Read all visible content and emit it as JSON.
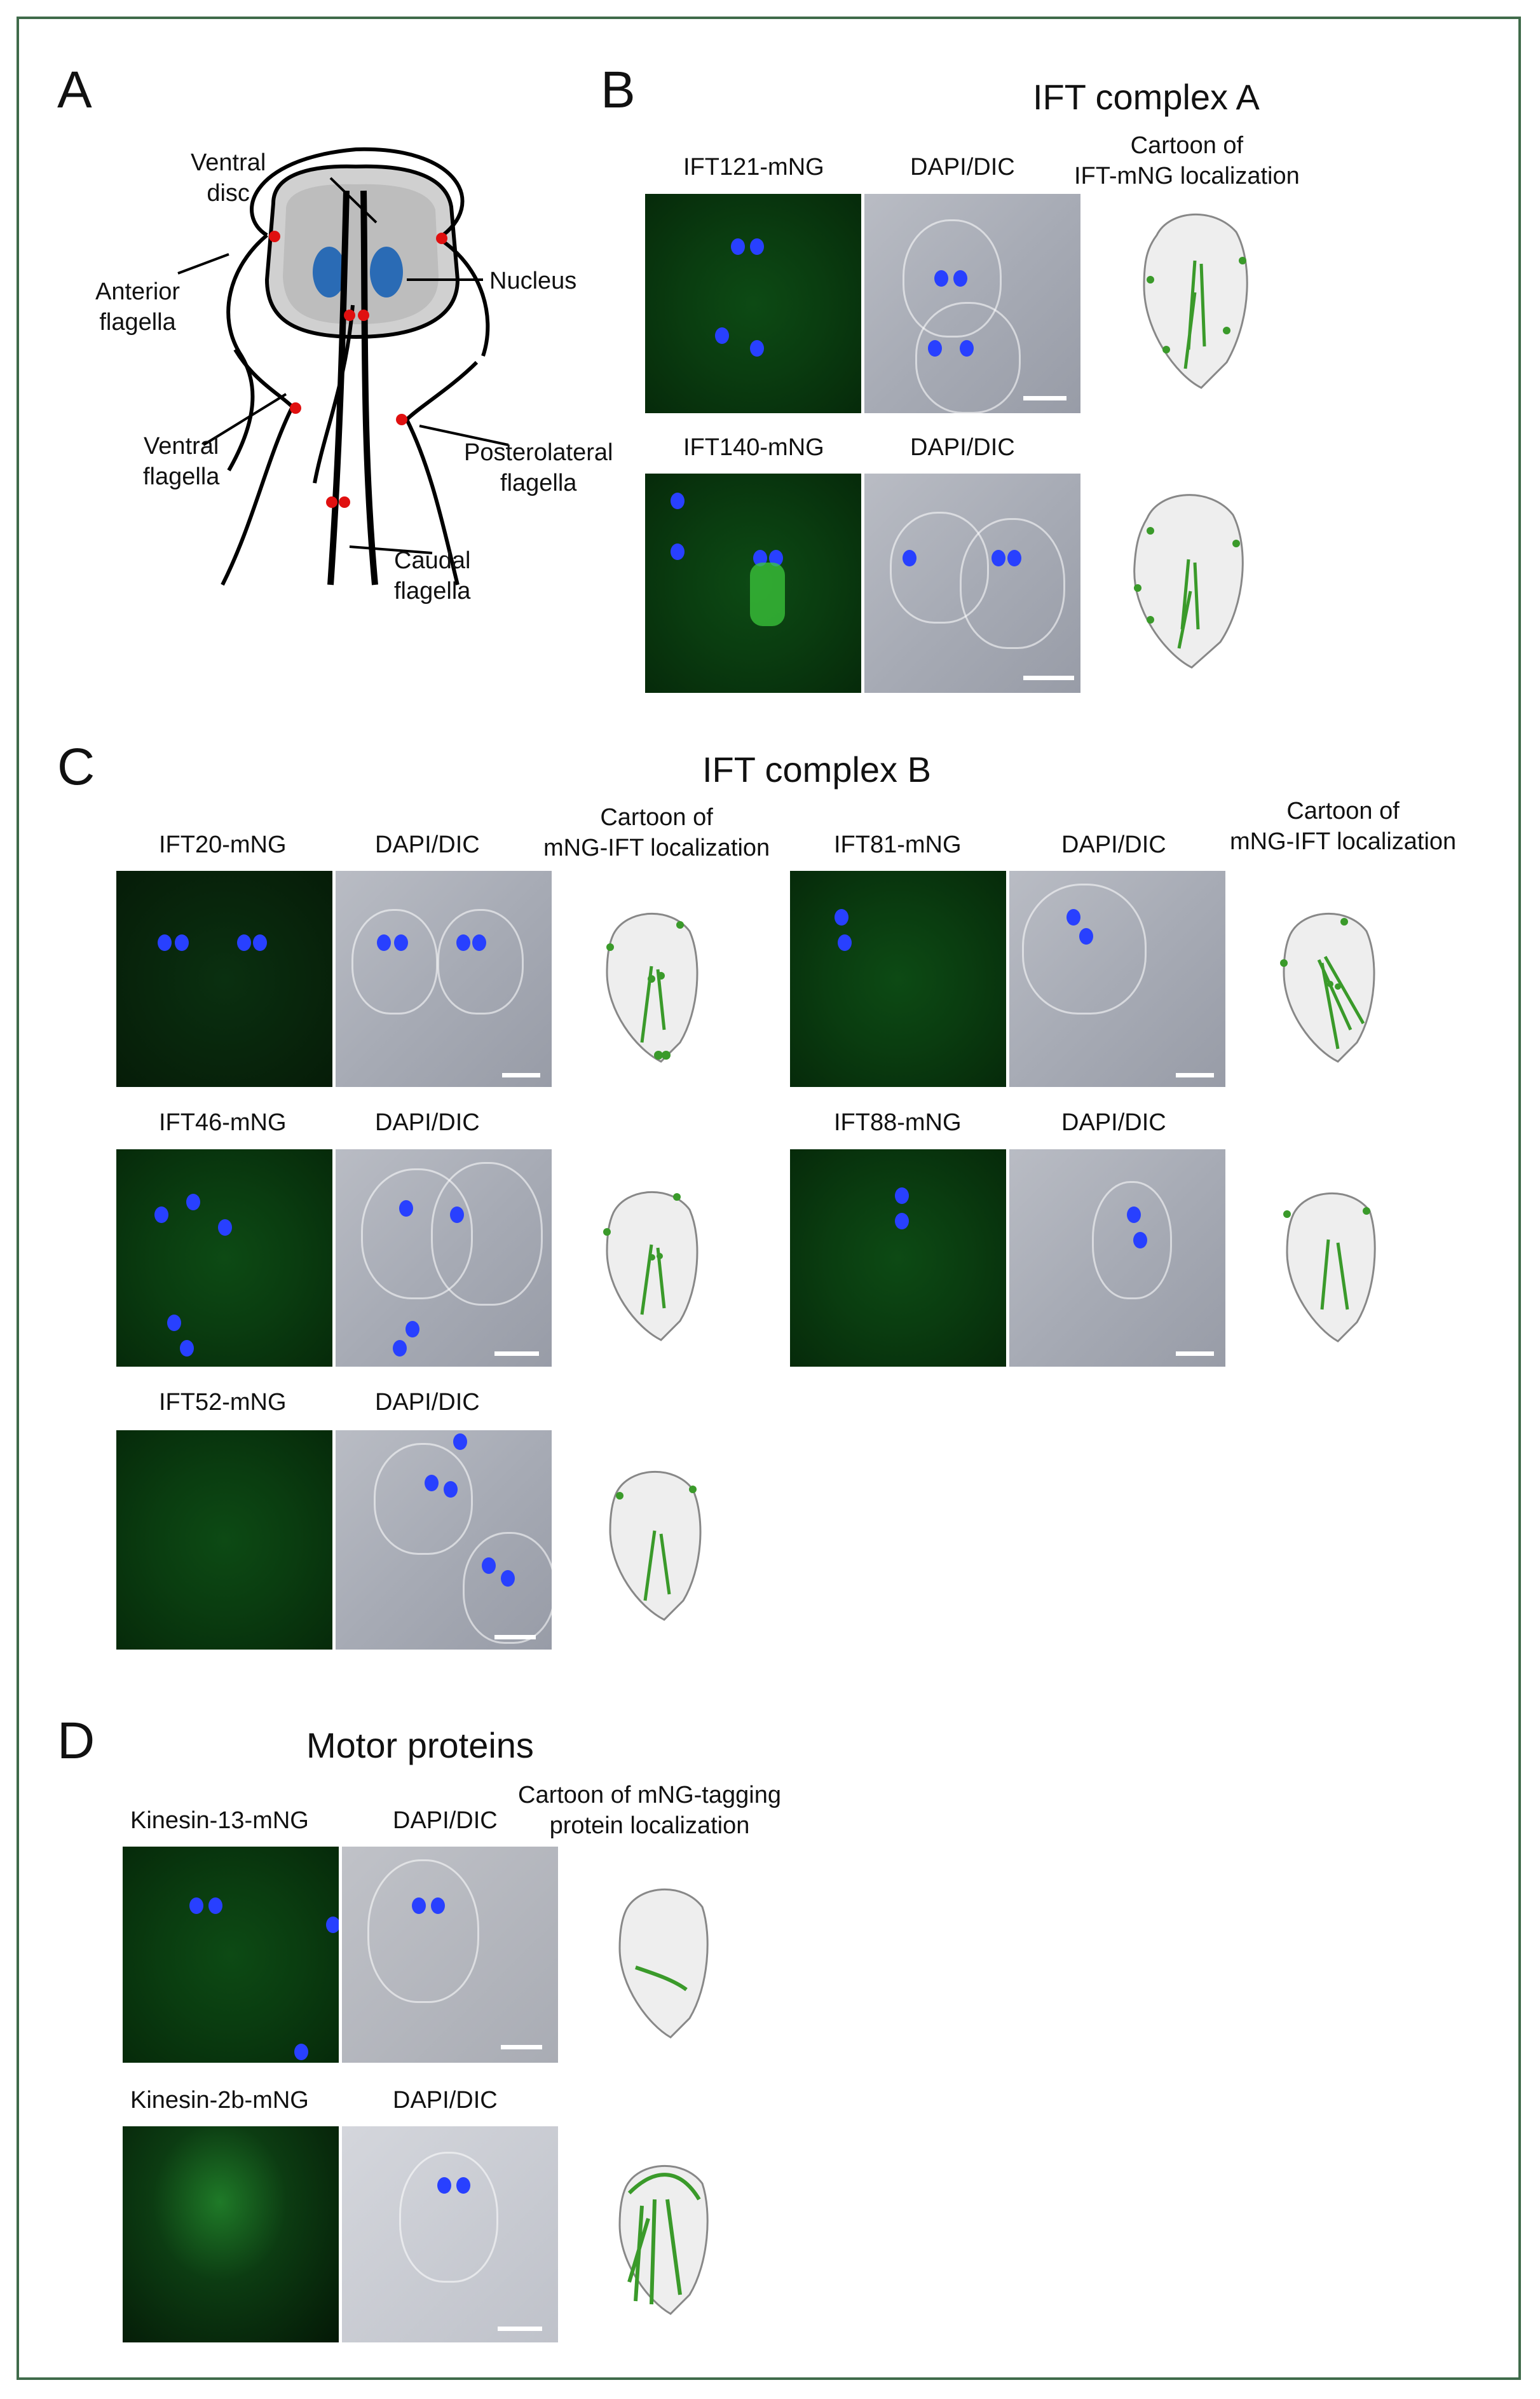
{
  "panels": {
    "A": {
      "letter": "A",
      "labels": {
        "ventral_disc": "Ventral\ndisc",
        "nucleus": "Nucleus",
        "anterior": "Anterior\nflagella",
        "ventral_flagella": "Ventral\nflagella",
        "posterolateral": "Posterolateral\nflagella",
        "caudal": "Caudal\nflagella"
      }
    },
    "B": {
      "letter": "B",
      "title": "IFT  complex A",
      "cartoon_caption": "Cartoon of\nIFT-mNG localization",
      "rows": [
        {
          "protein": "IFT121-mNG",
          "channel": "DAPI/DIC"
        },
        {
          "protein": "IFT140-mNG",
          "channel": "DAPI/DIC"
        }
      ]
    },
    "C": {
      "letter": "C",
      "title": "IFT  complex B",
      "cartoon_caption": "Cartoon of\nmNG-IFT localization",
      "left_rows": [
        {
          "protein": "IFT20-mNG",
          "channel": "DAPI/DIC"
        },
        {
          "protein": "IFT46-mNG",
          "channel": "DAPI/DIC"
        },
        {
          "protein": "IFT52-mNG",
          "channel": "DAPI/DIC"
        }
      ],
      "right_rows": [
        {
          "protein": "IFT81-mNG",
          "channel": "DAPI/DIC"
        },
        {
          "protein": "IFT88-mNG",
          "channel": "DAPI/DIC"
        }
      ]
    },
    "D": {
      "letter": "D",
      "title": "Motor proteins",
      "cartoon_caption": "Cartoon of mNG-tagging\nprotein localization",
      "rows": [
        {
          "protein": "Kinesin-13-mNG",
          "channel": "DAPI/DIC"
        },
        {
          "protein": "Kinesin-2b-mNG",
          "channel": "DAPI/DIC"
        }
      ]
    }
  },
  "colors": {
    "frame": "#3f6b4a",
    "fluorescence": "#2fbf3a",
    "nucleus_blue": "#2840ff",
    "cartoon_fill": "#eeeeee",
    "basal_body_red": "#e01010"
  }
}
